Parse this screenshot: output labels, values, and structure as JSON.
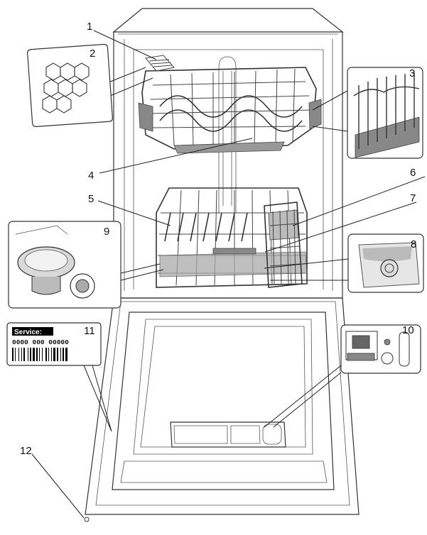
{
  "callouts": [
    "1",
    "2",
    "3",
    "4",
    "5",
    "6",
    "7",
    "8",
    "9",
    "10",
    "11",
    "12"
  ],
  "service_label": {
    "title": "Service:",
    "code": "0000 000 00000"
  }
}
